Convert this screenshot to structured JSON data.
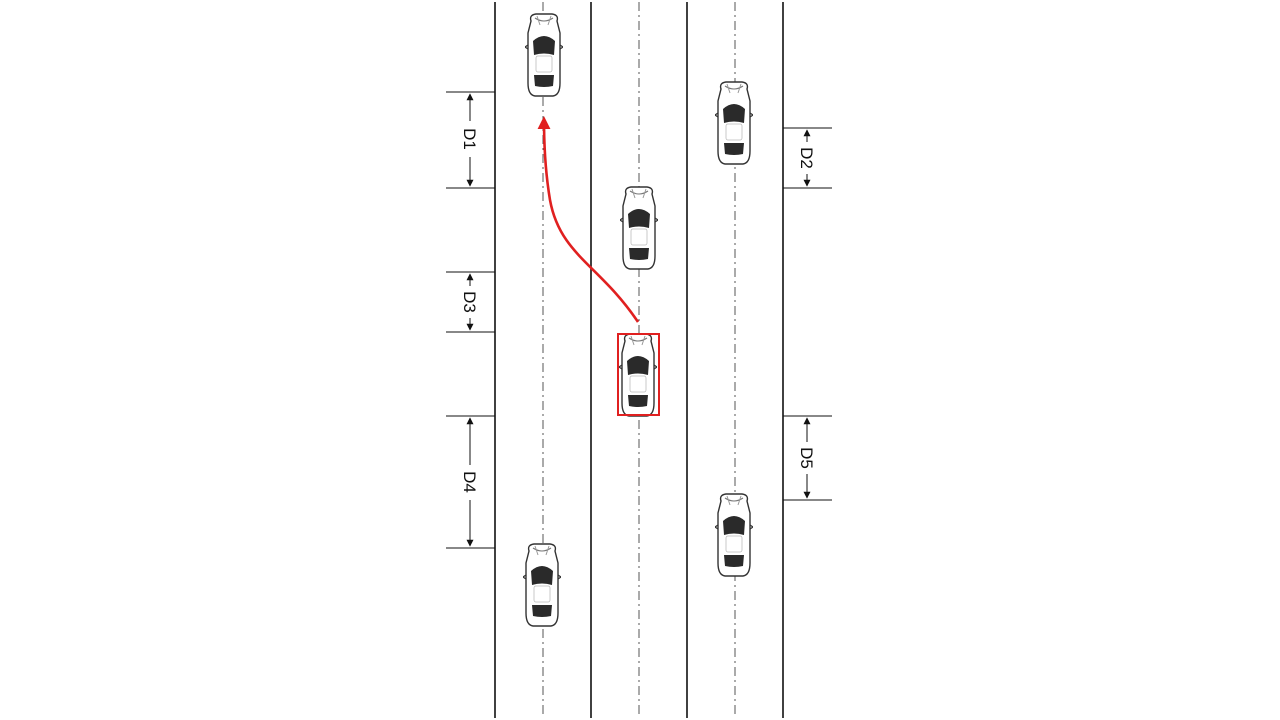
{
  "diagram": {
    "lanes": 3,
    "ego_vehicle": {
      "lane": 2,
      "highlight_color": "#e02020"
    },
    "maneuver": {
      "type": "lane-change",
      "from_lane": 2,
      "to_lane": 1,
      "arrow_color": "#e02020"
    },
    "dimensions": [
      {
        "id": "d1",
        "label": "D1",
        "side": "left"
      },
      {
        "id": "d2",
        "label": "D2",
        "side": "right"
      },
      {
        "id": "d3",
        "label": "D3",
        "side": "left"
      },
      {
        "id": "d4",
        "label": "D4",
        "side": "left"
      },
      {
        "id": "d5",
        "label": "D5",
        "side": "right"
      }
    ],
    "colors": {
      "road_line": "#111111",
      "lane_divider": "#555555",
      "car_body": "#ffffff",
      "car_glass": "#2a2a2a"
    }
  }
}
